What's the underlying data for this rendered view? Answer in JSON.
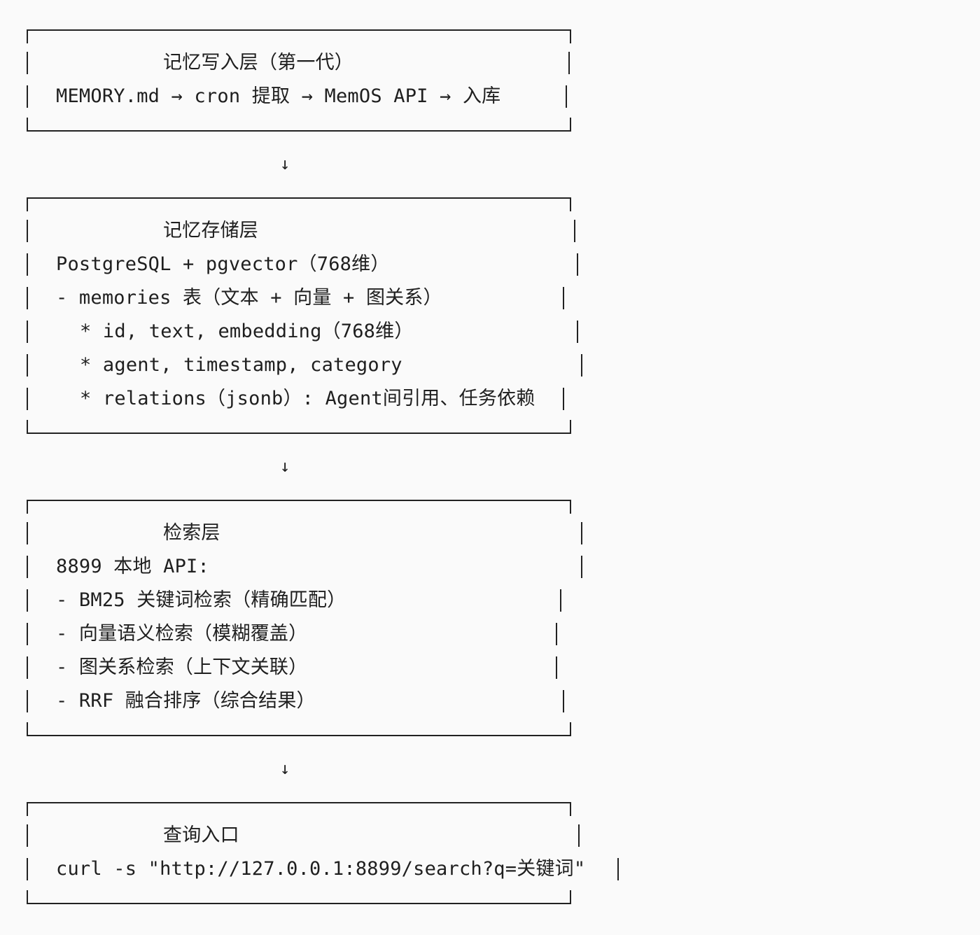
{
  "layers": [
    {
      "title": "记忆写入层（第一代）",
      "lines": [
        "MEMORY.md → cron 提取 → MemOS API → 入库"
      ]
    },
    {
      "title": "记忆存储层",
      "lines": [
        "PostgreSQL + pgvector（768维）",
        "- memories 表（文本 + 向量 + 图关系）",
        "* id, text, embedding（768维）",
        "* agent, timestamp, category",
        "* relations（jsonb）: Agent间引用、任务依赖"
      ]
    },
    {
      "title": "检索层",
      "lines": [
        "8899 本地 API:",
        "- BM25 关键词检索（精确匹配）",
        "- 向量语义检索（模糊覆盖）",
        "- 图关系检索（上下文关联）",
        "- RRF 融合排序（综合结果）"
      ]
    },
    {
      "title": "查询入口",
      "lines": [
        "curl -s \"http://127.0.0.1:8899/search?q=关键词\""
      ]
    }
  ],
  "arrows": [
    "↓",
    "↓",
    "↓"
  ]
}
